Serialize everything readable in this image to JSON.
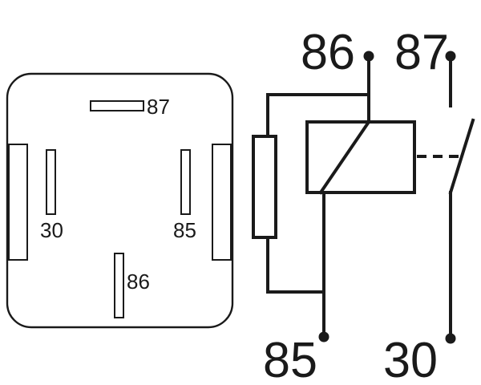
{
  "footprint": {
    "labels": {
      "pin87": "87",
      "pin30": "30",
      "pin85": "85",
      "pin86": "86"
    }
  },
  "schematic": {
    "labels": {
      "terminal86": "86",
      "terminal87": "87",
      "terminal85": "85",
      "terminal30": "30"
    }
  },
  "colors": {
    "ink": "#1a1a1a",
    "background": "#ffffff"
  }
}
